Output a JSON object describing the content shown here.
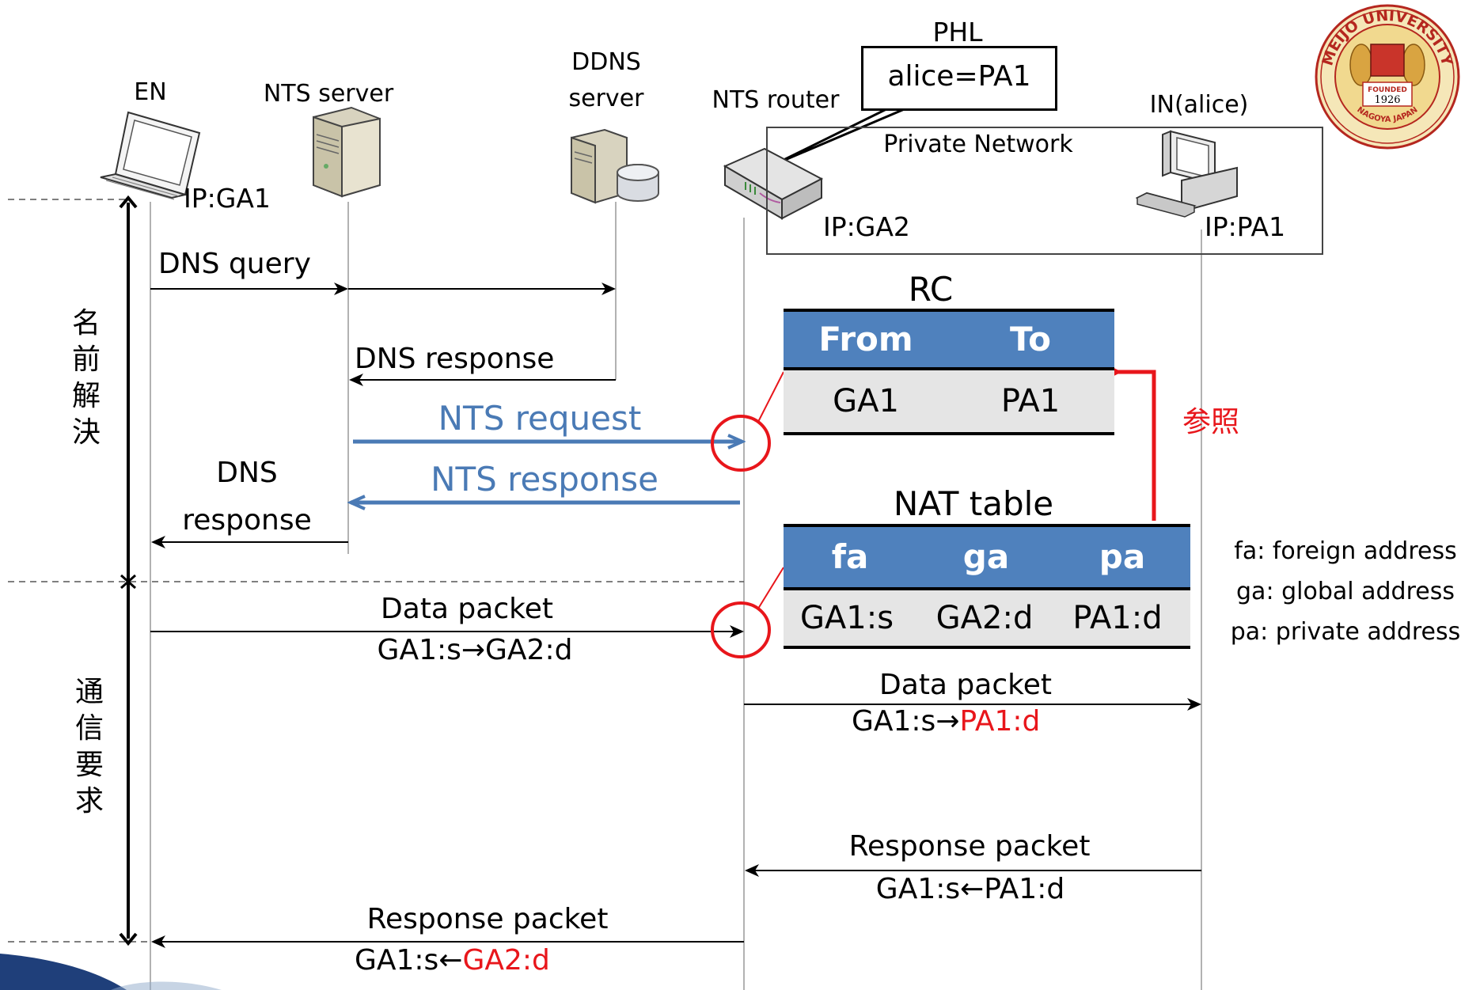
{
  "nodes": {
    "en": "EN",
    "nts_server": "NTS server",
    "ddns_line1": "DDNS",
    "ddns_line2": "server",
    "nts_router": "NTS router",
    "in_alice": "IN(alice)",
    "phl_title": "PHL",
    "phl_entry": "alice=PA1",
    "private_network": "Private Network",
    "ip_en": "IP:GA1",
    "ip_router": "IP:GA2",
    "ip_in": "IP:PA1"
  },
  "phases": {
    "name_resolution": [
      "名",
      "前",
      "解",
      "決"
    ],
    "communication": [
      "通",
      "信",
      "要",
      "求"
    ]
  },
  "messages": {
    "dns_query": "DNS query",
    "dns_response_server": "DNS response",
    "nts_request": "NTS request",
    "nts_response": "NTS response",
    "dns_response_en_1": "DNS",
    "dns_response_en_2": "response",
    "data_packet_1": "Data packet",
    "data_packet_1_addr": "GA1:s→GA2:d",
    "data_packet_2": "Data packet",
    "data_packet_2_addr_a": "GA1:s→",
    "data_packet_2_addr_b": "PA1:d",
    "response_packet_1": "Response packet",
    "response_packet_1_addr": "GA1:s←PA1:d",
    "response_packet_2": "Response packet",
    "response_packet_2_addr_a": "GA1:s←",
    "response_packet_2_addr_b": "GA2:d",
    "reference": "参照"
  },
  "rc_table": {
    "title": "RC",
    "headers": [
      "From",
      "To"
    ],
    "row": [
      "GA1",
      "PA1"
    ]
  },
  "nat_table": {
    "title": "NAT table",
    "headers": [
      "fa",
      "ga",
      "pa"
    ],
    "row": [
      "GA1:s",
      "GA2:d",
      "PA1:d"
    ]
  },
  "legend": [
    "fa: foreign address",
    "ga: global address",
    "pa: private address"
  ],
  "logo": {
    "text_top": "MEIJO UNIVERSITY",
    "founded": "FOUNDED",
    "year": "1926",
    "city": "NAGOYA JAPAN"
  },
  "colors": {
    "nts_arrows": "#4a7ab5",
    "highlight": "#e8161b",
    "table_header": "#4f81bd",
    "table_row": "#e5e5e5"
  }
}
